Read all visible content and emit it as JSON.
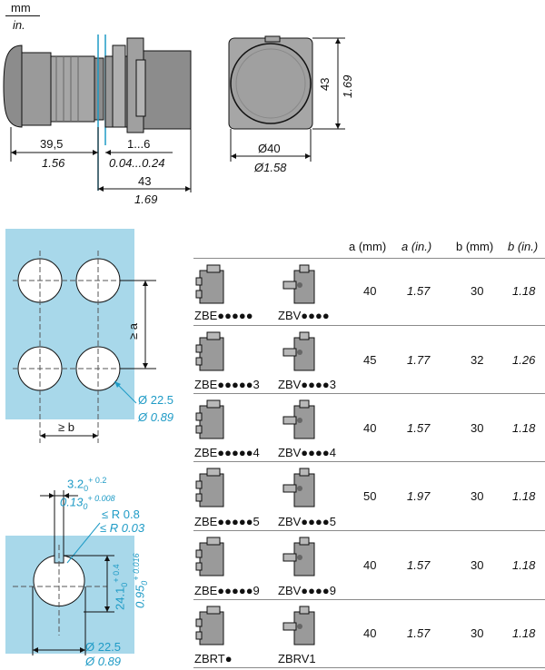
{
  "header": {
    "unit_mm": "mm",
    "unit_in": "in."
  },
  "top_drawing": {
    "dim_length_mm": "39,5",
    "dim_length_in": "1.56",
    "dim_panel_mm": "1...6",
    "dim_panel_in": "0.04...0.24",
    "dim_body_mm": "43",
    "dim_body_in": "1.69",
    "dim_height_mm": "43",
    "dim_height_in": "1.69",
    "dim_dia_mm": "Ø40",
    "dim_dia_in": "Ø1.58"
  },
  "spacing_drawing": {
    "a_label": "≥ a",
    "b_label": "≥ b",
    "hole_mm": "Ø 22.5",
    "hole_in": "Ø 0.89"
  },
  "cutout_drawing": {
    "notch_mm": "3.2",
    "notch_mm_tol_upper": "+ 0.2",
    "notch_mm_tol_lower": "0",
    "notch_in": "0.13",
    "notch_in_tol_upper": "+ 0.008",
    "notch_in_tol_lower": "0",
    "radius_mm": "≤ R 0.8",
    "radius_in": "≤ R 0.03",
    "depth_mm": "24.1",
    "depth_mm_tol_upper": "+ 0.4",
    "depth_mm_tol_lower": "0",
    "depth_in": "0.95",
    "depth_in_tol_upper": "+ 0.016",
    "depth_in_tol_lower": "0",
    "hole_mm": "Ø 22.5",
    "hole_in": "Ø 0.89"
  },
  "table": {
    "headers": [
      "a (mm)",
      "a (in.)",
      "b (mm)",
      "b (in.)"
    ],
    "rows": [
      {
        "left": "ZBE●●●●●",
        "right": "ZBV●●●●",
        "a_mm": "40",
        "a_in": "1.57",
        "b_mm": "30",
        "b_in": "1.18"
      },
      {
        "left": "ZBE●●●●●3",
        "right": "ZBV●●●●3",
        "a_mm": "45",
        "a_in": "1.77",
        "b_mm": "32",
        "b_in": "1.26"
      },
      {
        "left": "ZBE●●●●●4",
        "right": "ZBV●●●●4",
        "a_mm": "40",
        "a_in": "1.57",
        "b_mm": "30",
        "b_in": "1.18"
      },
      {
        "left": "ZBE●●●●●5",
        "right": "ZBV●●●●5",
        "a_mm": "50",
        "a_in": "1.97",
        "b_mm": "30",
        "b_in": "1.18"
      },
      {
        "left": "ZBE●●●●●9",
        "right": "ZBV●●●●9",
        "a_mm": "40",
        "a_in": "1.57",
        "b_mm": "30",
        "b_in": "1.18"
      },
      {
        "left": "ZBRT●",
        "right": "ZBRV1",
        "a_mm": "40",
        "a_in": "1.57",
        "b_mm": "30",
        "b_in": "1.18"
      }
    ]
  },
  "colors": {
    "panel_blue": "#a8d8ea",
    "dim_cyan": "#1f9bc6",
    "part_gray": "#8c8c8c",
    "line": "#111111"
  }
}
